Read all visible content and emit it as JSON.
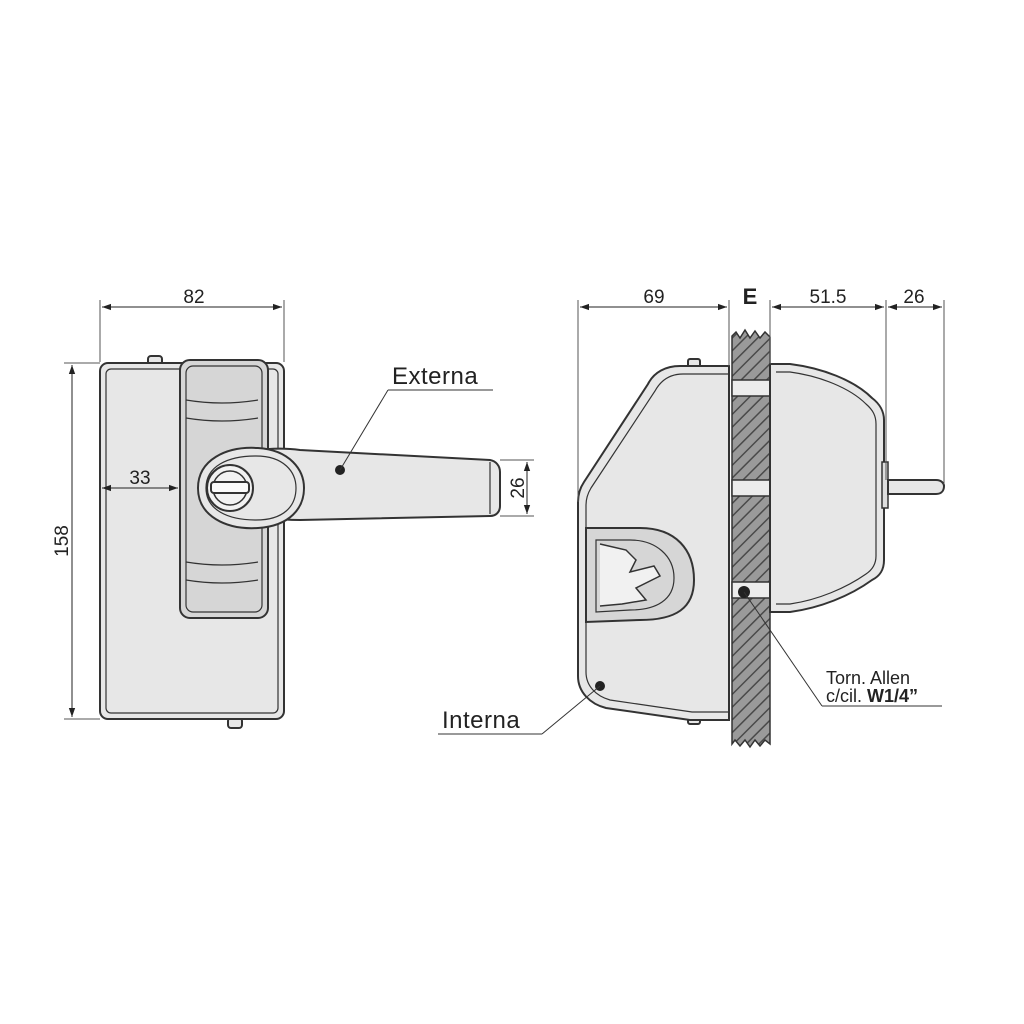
{
  "labels": {
    "externa": "Externa",
    "interna": "Interna",
    "screw_line1": "Torn. Allen",
    "screw_line2_prefix": "c/cil. ",
    "screw_line2_bold": "W1/4”"
  },
  "dimensions": {
    "front_width": "82",
    "front_height": "158",
    "front_offset": "33",
    "handle_height": "26",
    "side_depth": "69",
    "wall": "E",
    "side_inner": "51.5",
    "side_tail": "26"
  },
  "colors": {
    "body": "#e7e7e7",
    "outline": "#333333",
    "wall_hatch": "#555555"
  }
}
